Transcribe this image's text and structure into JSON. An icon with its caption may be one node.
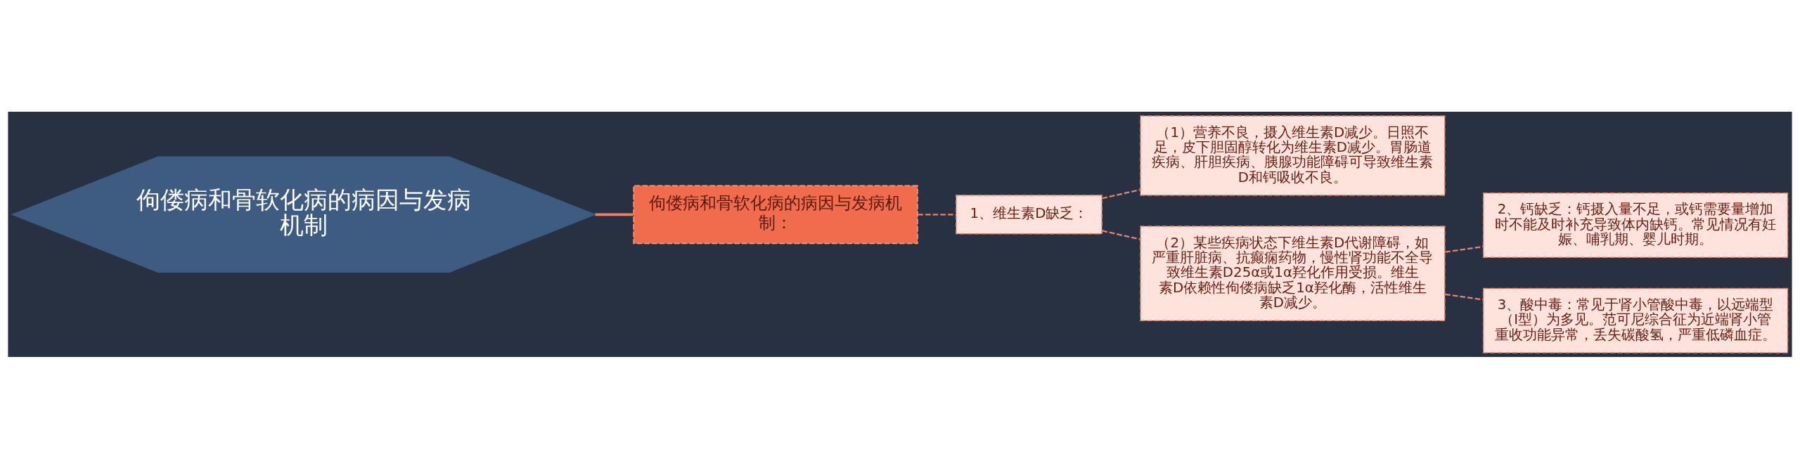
{
  "diagram": {
    "nodes": [
      {
        "text": [
          "佝偻病和骨软化病的病因与发病机制"
        ]
      },
      {
        "text": [
          "佝偻病和骨软化病的病因与发病机制："
        ]
      },
      {
        "text": [
          "1、维生素D缺乏："
        ]
      },
      {
        "text": [
          "（1）营养不良，摄入维生素D减少。日照不足，皮下胆固醇转化为维生素D减少。胃肠道疾病、肝胆疾病、胰腺功能障碍可导致维生素D和钙吸收不良。"
        ]
      },
      {
        "text": [
          "（2）某些疾病状态下维生素D代谢障碍，如严重肝脏病、抗癫痫药物，慢性肾功能不全导致维生素D25α或1α羟化作用受损。维生素D依赖性佝偻病缺乏1α羟化酶，活性维生素D减少。"
        ]
      },
      {
        "text": [
          "2、钙缺乏：钙摄入量不足，或钙需要量增加时不能及时补充导致体内缺钙。常见情况有妊娠、哺乳期、婴儿时期。"
        ]
      },
      {
        "text": [
          "3、酸中毒：常见于肾小管酸中毒，以远端型（Ⅰ型）为多见。范可尼综合征为近端肾小管重收功能异常，丢失碳酸氢，严重低磷血症。"
        ]
      }
    ],
    "edges": [
      {
        "from": 0,
        "to": 1,
        "arrow": "none"
      },
      {
        "from": 1,
        "to": 2,
        "arrow": "none",
        "style": "dashed"
      },
      {
        "from": 2,
        "to": 3,
        "arrow": "none",
        "style": "dashed"
      },
      {
        "from": 2,
        "to": 4,
        "arrow": "none",
        "style": "dashed"
      },
      {
        "from": 4,
        "to": 5,
        "arrow": "none",
        "style": "dashed"
      },
      {
        "from": 4,
        "to": 6,
        "arrow": "none",
        "style": "dashed"
      }
    ]
  }
}
